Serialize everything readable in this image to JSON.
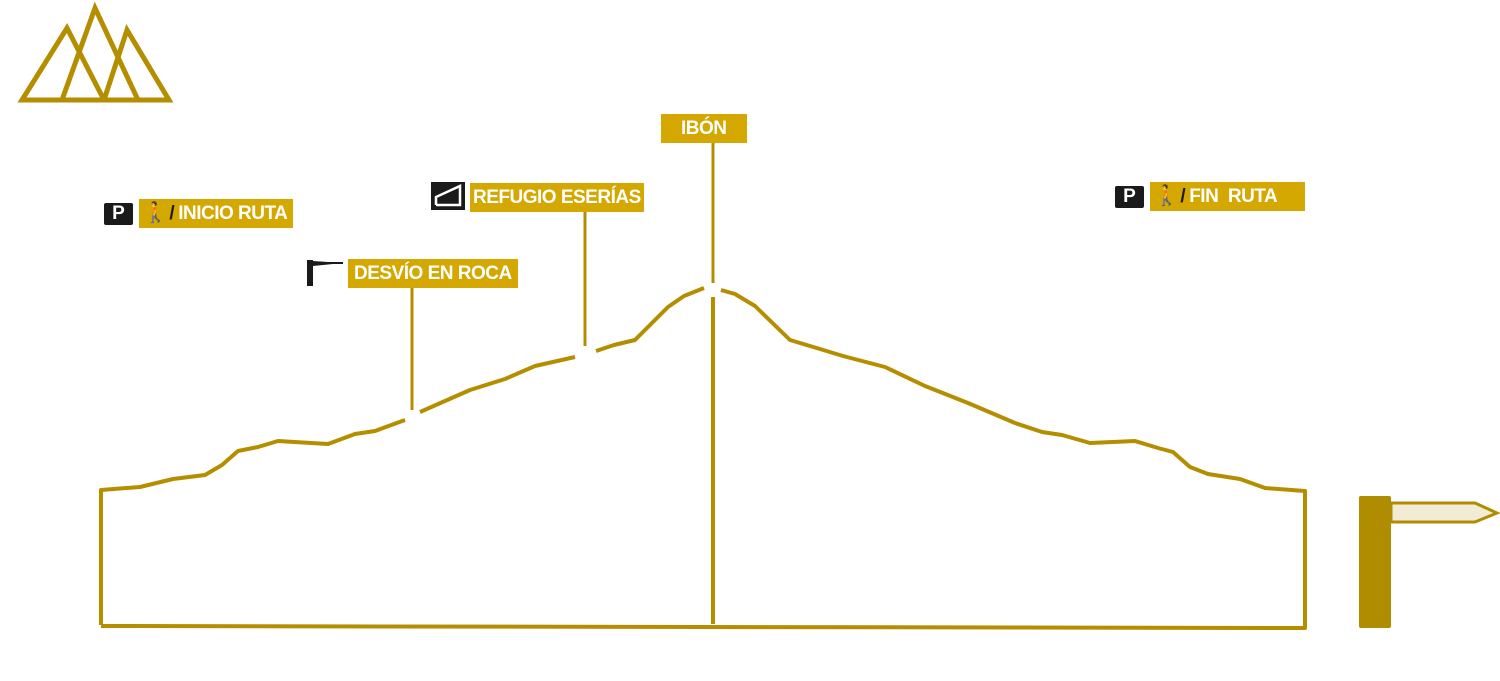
{
  "waypoints": {
    "start": {
      "parking": "P",
      "text": "INICIO RUTA"
    },
    "junction": {
      "text": "DESVÍO EN ROCA"
    },
    "refuge": {
      "text": "REFUGIO ESERÍAS"
    },
    "summit": {
      "text": "IBÓN"
    },
    "end": {
      "parking": "P",
      "text": "FIN  RUTA"
    }
  },
  "colors": {
    "accent": "#b58e00",
    "label_bg": "#d4a800",
    "icon_dark": "#1a1a1a",
    "signpost": "#b08c00",
    "signpost_arrow": "#f3ecd4"
  },
  "icons": [
    "mountains-logo-icon",
    "parking-icon",
    "hiker-icon",
    "junction-flag-icon",
    "refuge-icon",
    "signpost-icon"
  ]
}
